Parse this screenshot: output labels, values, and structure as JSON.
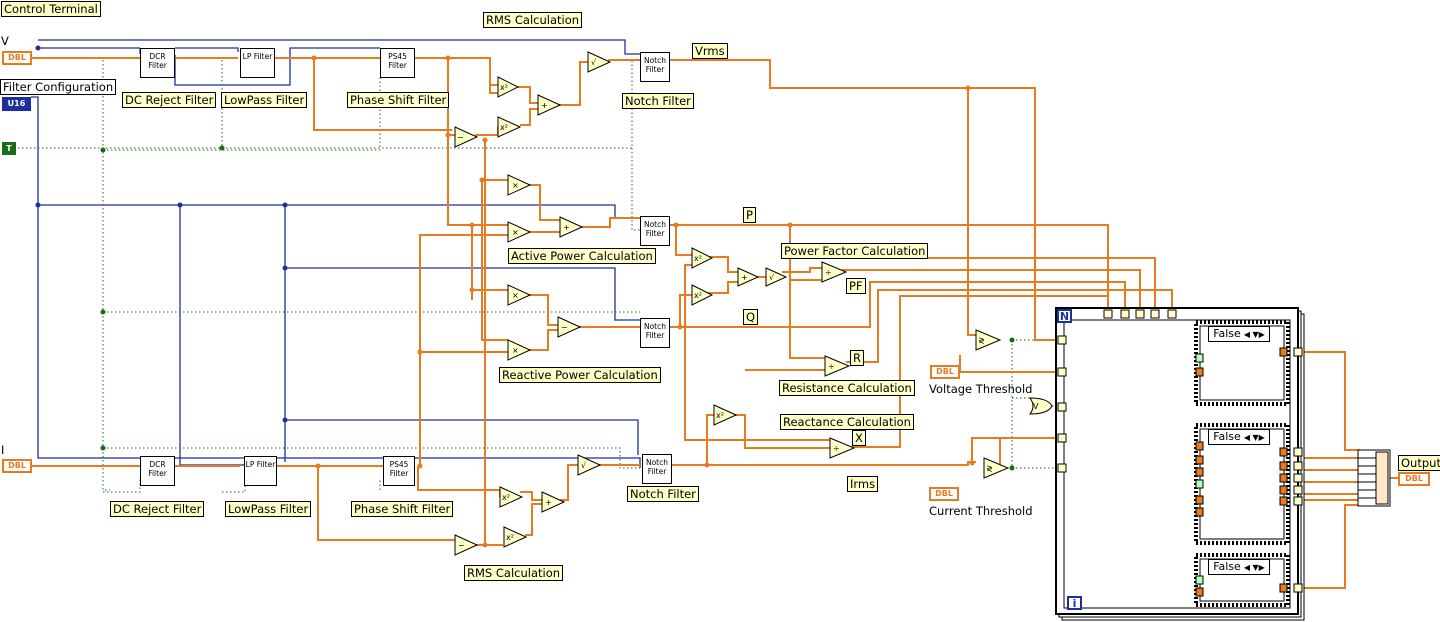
{
  "labels": {
    "control_terminal": "Control Terminal",
    "rms_top": "RMS Calculation",
    "vrms": "Vrms",
    "filter_configuration": "Filter Configuration",
    "dc_reject_top": "DC Reject Filter",
    "lowpass_top": "LowPass Filter",
    "phase_shift_top": "Phase Shift Filter",
    "notch_top": "Notch Filter",
    "p": "P",
    "power_factor": "Power Factor Calculation",
    "pf": "PF",
    "active_power": "Active Power Calculation",
    "q": "Q",
    "r": "R",
    "reactive_power": "Reactive Power Calculation",
    "resistance": "Resistance Calculation",
    "reactance": "Reactance Calculation",
    "x": "X",
    "notch_bottom": "Notch Filter",
    "irms": "Irms",
    "dc_reject_bottom": "DC Reject Filter",
    "lowpass_bottom": "LowPass Filter",
    "phase_shift_bottom": "Phase Shift Filter",
    "rms_bottom": "RMS Calculation",
    "output": "Output"
  },
  "plain_text": {
    "v": "V",
    "i": "I",
    "voltage_threshold": "Voltage Threshold",
    "current_threshold": "Current Threshold"
  },
  "terminals": {
    "dbl": "DBL",
    "u16": "U16",
    "tf": "T"
  },
  "blocks": {
    "dcr_filter": "DCR Filter",
    "lp_filter": "LP Filter",
    "ps45_filter": "PS45 Filter",
    "notch_filter": "Notch Filter"
  },
  "loop": {
    "n": "N",
    "i": "i"
  },
  "case_structures": {
    "selector_value": "False",
    "arrows": "◀ ▼▶"
  },
  "colors": {
    "double_wire": "#e87a1f",
    "int_wire": "#1d2f9e",
    "bool_wire": "#1a6b1a",
    "label_bg": "#ffffc8"
  }
}
